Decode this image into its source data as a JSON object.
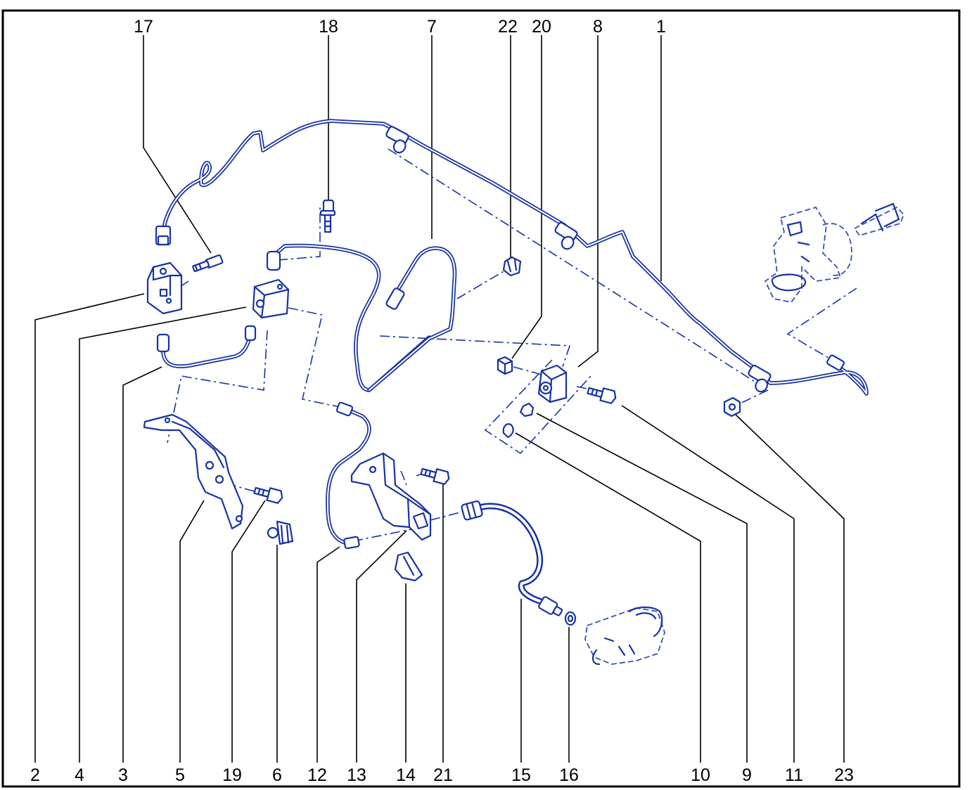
{
  "diagram": {
    "colors": {
      "ink": "#1733a4",
      "label": "#000000",
      "frame": "#000000"
    },
    "callouts": {
      "c1": "1",
      "c2": "2",
      "c3": "3",
      "c4": "4",
      "c5": "5",
      "c6": "6",
      "c7": "7",
      "c8": "8",
      "c9": "9",
      "c10": "10",
      "c11": "11",
      "c12": "12",
      "c13": "13",
      "c14": "14",
      "c15": "15",
      "c16": "16",
      "c17": "17",
      "c18": "18",
      "c19": "19",
      "c20": "20",
      "c21": "21",
      "c22": "22",
      "c23": "23"
    }
  }
}
